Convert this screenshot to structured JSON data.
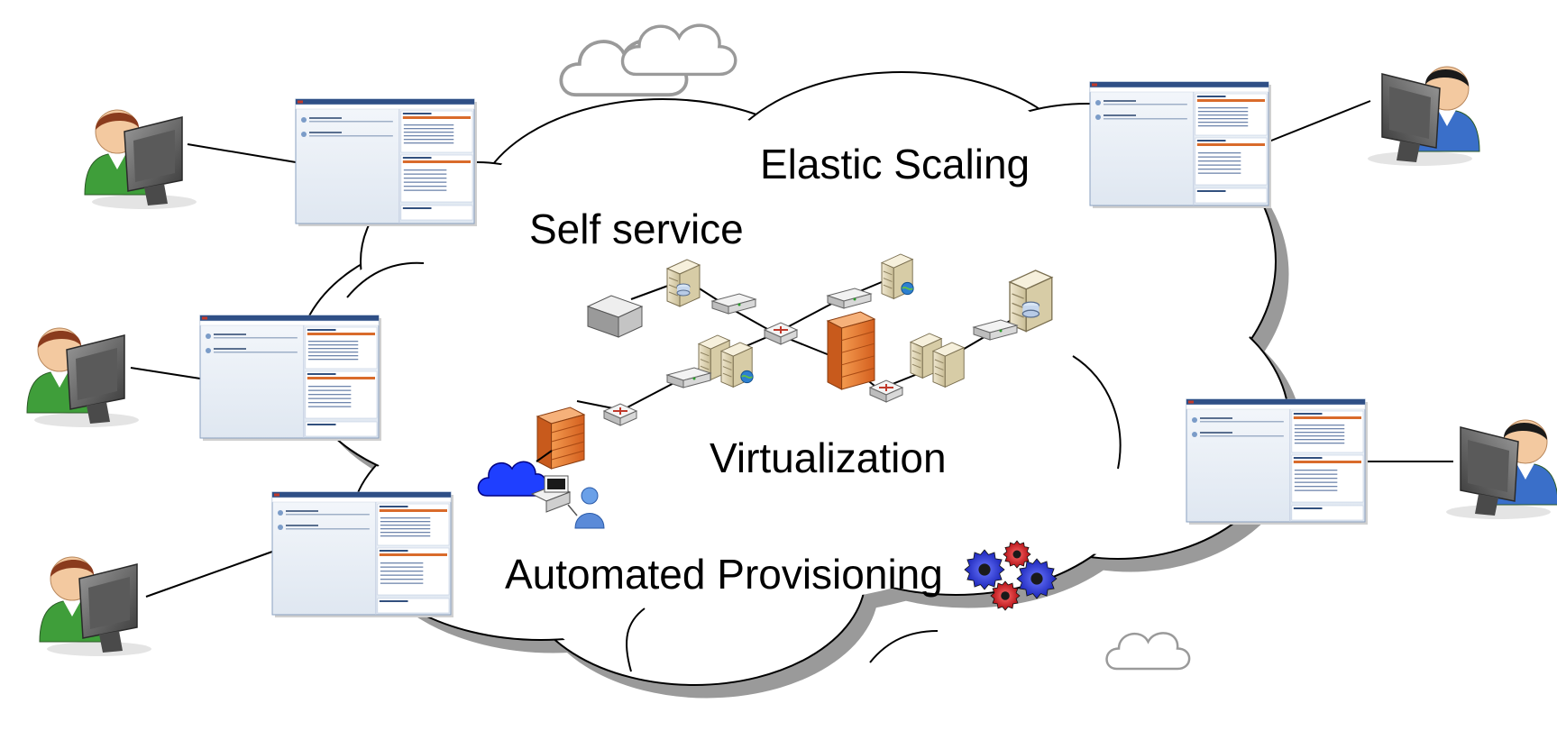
{
  "labels": {
    "elastic_scaling": "Elastic Scaling",
    "self_service": "Self service",
    "virtualization": "Virtualization",
    "automated_provisioning": "Automated Provisioning"
  },
  "colors": {
    "cloud_fill": "#ffffff",
    "cloud_shadow": "#9a9a9a",
    "screenshot_header": "#2f4f86",
    "screenshot_bar": "#d96b2b",
    "screenshot_body": "#e8eef6",
    "firewall": "#e8782f",
    "gear_blue": "#1f2fd1",
    "gear_red": "#d1141a",
    "small_cloud_blue": "#1f3fff",
    "user_green": "#3f9e3a",
    "user_blue": "#3a6fc9"
  },
  "icons": {
    "user_terminal": "user-at-computer-icon",
    "portal_screenshot": "self-service-portal-screenshot",
    "server": "server-icon",
    "router": "router-icon",
    "switch": "switch-icon",
    "firewall": "firewall-icon",
    "gears": "gears-icon",
    "internet_cloud": "internet-cloud-icon",
    "admin_workstation": "admin-workstation-icon"
  }
}
